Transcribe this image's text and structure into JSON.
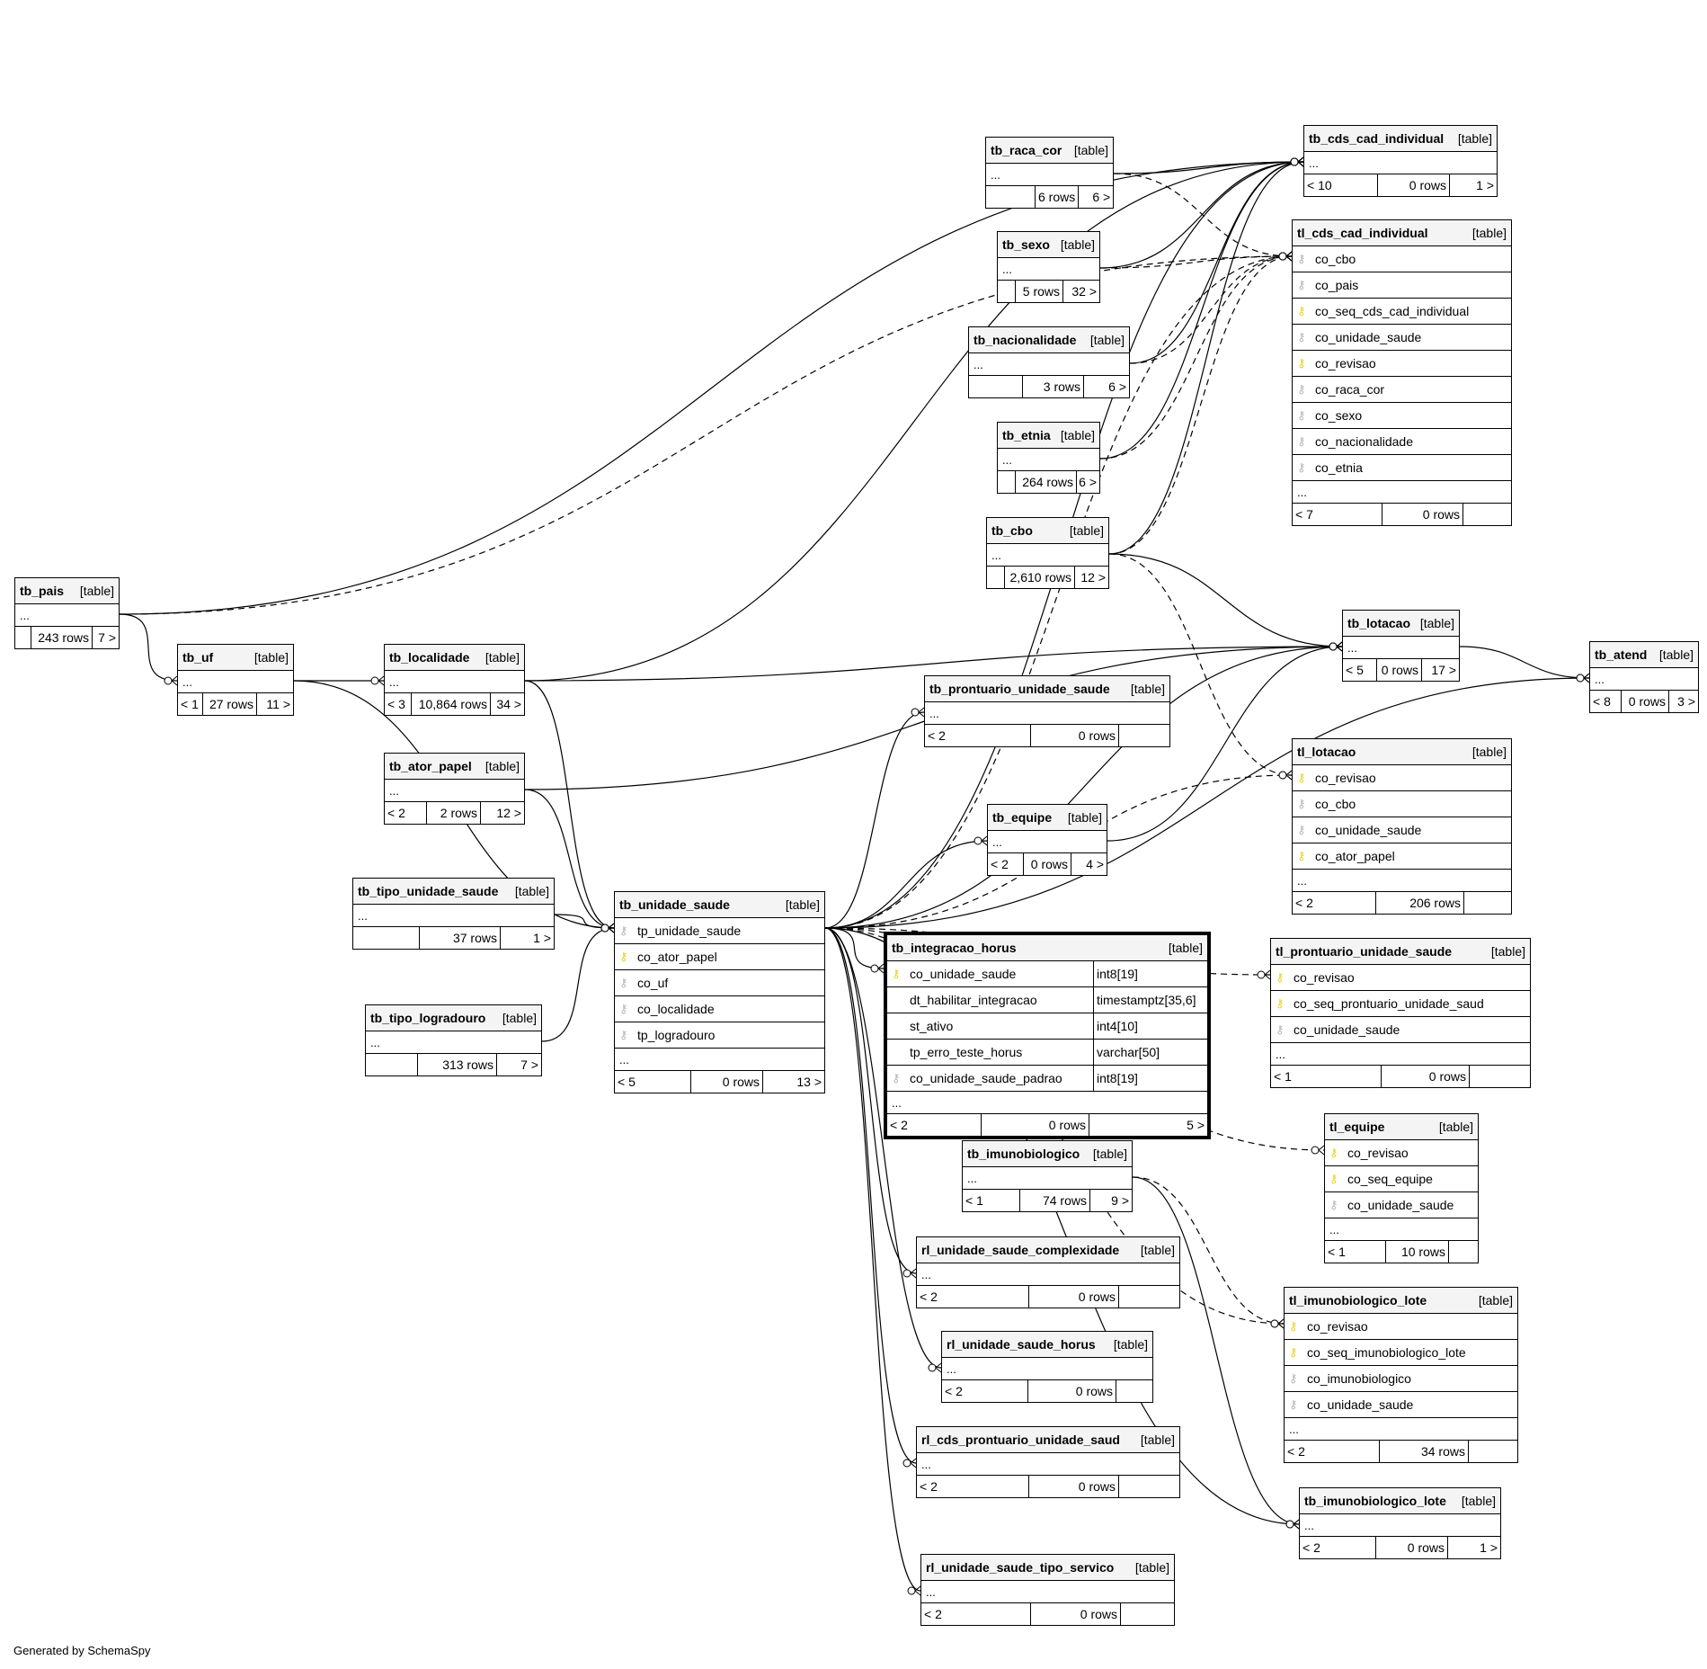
{
  "footer_text": "Generated by SchemaSpy",
  "type_label": "[table]",
  "ellipsis": "...",
  "tables": [
    {
      "id": "tb_cds_cad_individual",
      "name": "tb_cds_cad_individual",
      "parents": "< 10",
      "rows": "0 rows",
      "children": "1 >",
      "columns": []
    },
    {
      "id": "tl_cds_cad_individual",
      "name": "tl_cds_cad_individual",
      "parents": "< 7",
      "rows": "0 rows",
      "children": "",
      "columns": [
        {
          "name": "co_cbo",
          "key": "fk"
        },
        {
          "name": "co_pais",
          "key": "fk"
        },
        {
          "name": "co_seq_cds_cad_individual",
          "key": "pk"
        },
        {
          "name": "co_unidade_saude",
          "key": "fk"
        },
        {
          "name": "co_revisao",
          "key": "pk"
        },
        {
          "name": "co_raca_cor",
          "key": "fk"
        },
        {
          "name": "co_sexo",
          "key": "fk"
        },
        {
          "name": "co_nacionalidade",
          "key": "fk"
        },
        {
          "name": "co_etnia",
          "key": "fk"
        }
      ]
    },
    {
      "id": "tb_raca_cor",
      "name": "tb_raca_cor",
      "parents": "",
      "rows": "6 rows",
      "children": "6 >",
      "columns": []
    },
    {
      "id": "tb_sexo",
      "name": "tb_sexo",
      "parents": "",
      "rows": "5 rows",
      "children": "32 >",
      "columns": []
    },
    {
      "id": "tb_nacionalidade",
      "name": "tb_nacionalidade",
      "parents": "",
      "rows": "3 rows",
      "children": "6 >",
      "columns": []
    },
    {
      "id": "tb_etnia",
      "name": "tb_etnia",
      "parents": "",
      "rows": "264 rows",
      "children": "6 >",
      "columns": []
    },
    {
      "id": "tb_cbo",
      "name": "tb_cbo",
      "parents": "",
      "rows": "2,610 rows",
      "children": "12 >",
      "columns": []
    },
    {
      "id": "tb_pais",
      "name": "tb_pais",
      "parents": "",
      "rows": "243 rows",
      "children": "7 >",
      "columns": []
    },
    {
      "id": "tb_uf",
      "name": "tb_uf",
      "parents": "< 1",
      "rows": "27 rows",
      "children": "11 >",
      "columns": []
    },
    {
      "id": "tb_localidade",
      "name": "tb_localidade",
      "parents": "< 3",
      "rows": "10,864 rows",
      "children": "34 >",
      "columns": []
    },
    {
      "id": "tb_lotacao",
      "name": "tb_lotacao",
      "parents": "< 5",
      "rows": "0 rows",
      "children": "17 >",
      "columns": []
    },
    {
      "id": "tb_atend",
      "name": "tb_atend",
      "parents": "< 8",
      "rows": "0 rows",
      "children": "3 >",
      "columns": []
    },
    {
      "id": "tb_prontuario_unidade_saude",
      "name": "tb_prontuario_unidade_saude",
      "parents": "< 2",
      "rows": "0 rows",
      "children": "",
      "columns": []
    },
    {
      "id": "tb_ator_papel",
      "name": "tb_ator_papel",
      "parents": "< 2",
      "rows": "2 rows",
      "children": "12 >",
      "columns": []
    },
    {
      "id": "tl_lotacao",
      "name": "tl_lotacao",
      "parents": "< 2",
      "rows": "206 rows",
      "children": "",
      "columns": [
        {
          "name": "co_revisao",
          "key": "pk"
        },
        {
          "name": "co_cbo",
          "key": "fk"
        },
        {
          "name": "co_unidade_saude",
          "key": "fk"
        },
        {
          "name": "co_ator_papel",
          "key": "pk"
        }
      ]
    },
    {
      "id": "tb_equipe",
      "name": "tb_equipe",
      "parents": "< 2",
      "rows": "0 rows",
      "children": "4 >",
      "columns": []
    },
    {
      "id": "tb_tipo_unidade_saude",
      "name": "tb_tipo_unidade_saude",
      "parents": "",
      "rows": "37 rows",
      "children": "1 >",
      "columns": []
    },
    {
      "id": "tb_unidade_saude",
      "name": "tb_unidade_saude",
      "parents": "< 5",
      "rows": "0 rows",
      "children": "13 >",
      "columns": [
        {
          "name": "tp_unidade_saude",
          "key": "fk"
        },
        {
          "name": "co_ator_papel",
          "key": "pk"
        },
        {
          "name": "co_uf",
          "key": "fk"
        },
        {
          "name": "co_localidade",
          "key": "fk"
        },
        {
          "name": "tp_logradouro",
          "key": "fk"
        }
      ]
    },
    {
      "id": "tb_integracao_horus",
      "name": "tb_integracao_horus",
      "parents": "< 2",
      "rows": "0 rows",
      "children": "5 >",
      "focus": true,
      "columns": [
        {
          "name": "co_unidade_saude",
          "key": "pk",
          "type": "int8[19]"
        },
        {
          "name": "dt_habilitar_integracao",
          "key": "none",
          "type": "timestamptz[35,6]"
        },
        {
          "name": "st_ativo",
          "key": "none",
          "type": "int4[10]"
        },
        {
          "name": "tp_erro_teste_horus",
          "key": "none",
          "type": "varchar[50]"
        },
        {
          "name": "co_unidade_saude_padrao",
          "key": "fk",
          "type": "int8[19]"
        }
      ]
    },
    {
      "id": "tl_prontuario_unidade_saude",
      "name": "tl_prontuario_unidade_saude",
      "parents": "< 1",
      "rows": "0 rows",
      "children": "",
      "columns": [
        {
          "name": "co_revisao",
          "key": "pk"
        },
        {
          "name": "co_seq_prontuario_unidade_saud",
          "key": "pk"
        },
        {
          "name": "co_unidade_saude",
          "key": "fk"
        }
      ]
    },
    {
      "id": "tb_tipo_logradouro",
      "name": "tb_tipo_logradouro",
      "parents": "",
      "rows": "313 rows",
      "children": "7 >",
      "columns": []
    },
    {
      "id": "tl_equipe",
      "name": "tl_equipe",
      "parents": "< 1",
      "rows": "10 rows",
      "children": "",
      "columns": [
        {
          "name": "co_revisao",
          "key": "pk"
        },
        {
          "name": "co_seq_equipe",
          "key": "pk"
        },
        {
          "name": "co_unidade_saude",
          "key": "fk"
        }
      ]
    },
    {
      "id": "tb_imunobiologico",
      "name": "tb_imunobiologico",
      "parents": "< 1",
      "rows": "74 rows",
      "children": "9 >",
      "columns": []
    },
    {
      "id": "rl_unidade_saude_complexidade",
      "name": "rl_unidade_saude_complexidade",
      "parents": "< 2",
      "rows": "0 rows",
      "children": "",
      "columns": []
    },
    {
      "id": "tl_imunobiologico_lote",
      "name": "tl_imunobiologico_lote",
      "parents": "< 2",
      "rows": "34 rows",
      "children": "",
      "columns": [
        {
          "name": "co_revisao",
          "key": "pk"
        },
        {
          "name": "co_seq_imunobiologico_lote",
          "key": "pk"
        },
        {
          "name": "co_imunobiologico",
          "key": "fk"
        },
        {
          "name": "co_unidade_saude",
          "key": "fk"
        }
      ]
    },
    {
      "id": "rl_unidade_saude_horus",
      "name": "rl_unidade_saude_horus",
      "parents": "< 2",
      "rows": "0 rows",
      "children": "",
      "columns": []
    },
    {
      "id": "rl_cds_prontuario_unidade_saud",
      "name": "rl_cds_prontuario_unidade_saud",
      "parents": "< 2",
      "rows": "0 rows",
      "children": "",
      "columns": []
    },
    {
      "id": "tb_imunobiologico_lote",
      "name": "tb_imunobiologico_lote",
      "parents": "< 2",
      "rows": "0 rows",
      "children": "1 >",
      "columns": []
    },
    {
      "id": "rl_unidade_saude_tipo_servico",
      "name": "rl_unidade_saude_tipo_servico",
      "parents": "< 2",
      "rows": "0 rows",
      "children": "",
      "columns": []
    }
  ],
  "relationships": [
    {
      "from": "tb_raca_cor",
      "to": "tb_cds_cad_individual",
      "style": "solid"
    },
    {
      "from": "tb_sexo",
      "to": "tb_cds_cad_individual",
      "style": "solid"
    },
    {
      "from": "tb_nacionalidade",
      "to": "tb_cds_cad_individual",
      "style": "solid"
    },
    {
      "from": "tb_etnia",
      "to": "tb_cds_cad_individual",
      "style": "solid"
    },
    {
      "from": "tb_cbo",
      "to": "tb_cds_cad_individual",
      "style": "solid"
    },
    {
      "from": "tb_pais",
      "to": "tb_cds_cad_individual",
      "style": "solid"
    },
    {
      "from": "tb_localidade",
      "to": "tb_cds_cad_individual",
      "style": "solid"
    },
    {
      "from": "tb_unidade_saude",
      "to": "tb_cds_cad_individual",
      "style": "solid"
    },
    {
      "from": "tb_raca_cor",
      "to": "tl_cds_cad_individual",
      "style": "dashed"
    },
    {
      "from": "tb_sexo",
      "to": "tl_cds_cad_individual",
      "style": "dashed"
    },
    {
      "from": "tb_nacionalidade",
      "to": "tl_cds_cad_individual",
      "style": "dashed"
    },
    {
      "from": "tb_etnia",
      "to": "tl_cds_cad_individual",
      "style": "dashed"
    },
    {
      "from": "tb_cbo",
      "to": "tl_cds_cad_individual",
      "style": "dashed"
    },
    {
      "from": "tb_pais",
      "to": "tl_cds_cad_individual",
      "style": "dashed"
    },
    {
      "from": "tb_unidade_saude",
      "to": "tl_cds_cad_individual",
      "style": "dashed"
    },
    {
      "from": "tb_pais",
      "to": "tb_uf",
      "style": "solid"
    },
    {
      "from": "tb_uf",
      "to": "tb_localidade",
      "style": "solid"
    },
    {
      "from": "tb_uf",
      "to": "tb_unidade_saude",
      "style": "solid"
    },
    {
      "from": "tb_localidade",
      "to": "tb_unidade_saude",
      "style": "solid"
    },
    {
      "from": "tb_localidade",
      "to": "tb_lotacao",
      "style": "solid"
    },
    {
      "from": "tb_ator_papel",
      "to": "tb_unidade_saude",
      "style": "solid"
    },
    {
      "from": "tb_ator_papel",
      "to": "tb_lotacao",
      "style": "solid"
    },
    {
      "from": "tb_tipo_unidade_saude",
      "to": "tb_unidade_saude",
      "style": "solid"
    },
    {
      "from": "tb_tipo_logradouro",
      "to": "tb_unidade_saude",
      "style": "solid"
    },
    {
      "from": "tb_cbo",
      "to": "tb_lotacao",
      "style": "solid"
    },
    {
      "from": "tb_cbo",
      "to": "tl_lotacao",
      "style": "dashed"
    },
    {
      "from": "tb_lotacao",
      "to": "tb_atend",
      "style": "solid"
    },
    {
      "from": "tb_equipe",
      "to": "tb_lotacao",
      "style": "solid"
    },
    {
      "from": "tb_unidade_saude",
      "to": "tb_lotacao",
      "style": "solid"
    },
    {
      "from": "tb_unidade_saude",
      "to": "tb_atend",
      "style": "solid"
    },
    {
      "from": "tb_unidade_saude",
      "to": "tb_prontuario_unidade_saude",
      "style": "solid"
    },
    {
      "from": "tb_unidade_saude",
      "to": "tb_equipe",
      "style": "solid"
    },
    {
      "from": "tb_unidade_saude",
      "to": "tb_integracao_horus",
      "style": "solid"
    },
    {
      "from": "tb_unidade_saude",
      "to": "tl_lotacao",
      "style": "dashed"
    },
    {
      "from": "tb_unidade_saude",
      "to": "tl_prontuario_unidade_saude",
      "style": "dashed"
    },
    {
      "from": "tb_unidade_saude",
      "to": "tl_equipe",
      "style": "dashed"
    },
    {
      "from": "tb_unidade_saude",
      "to": "tl_imunobiologico_lote",
      "style": "dashed"
    },
    {
      "from": "tb_unidade_saude",
      "to": "rl_unidade_saude_complexidade",
      "style": "solid"
    },
    {
      "from": "tb_unidade_saude",
      "to": "rl_unidade_saude_horus",
      "style": "solid"
    },
    {
      "from": "tb_unidade_saude",
      "to": "rl_cds_prontuario_unidade_saud",
      "style": "solid"
    },
    {
      "from": "tb_unidade_saude",
      "to": "rl_unidade_saude_tipo_servico",
      "style": "solid"
    },
    {
      "from": "tb_unidade_saude",
      "to": "tb_imunobiologico_lote",
      "style": "solid"
    },
    {
      "from": "tb_imunobiologico",
      "to": "tb_imunobiologico_lote",
      "style": "solid"
    },
    {
      "from": "tb_imunobiologico",
      "to": "tl_imunobiologico_lote",
      "style": "dashed"
    }
  ]
}
